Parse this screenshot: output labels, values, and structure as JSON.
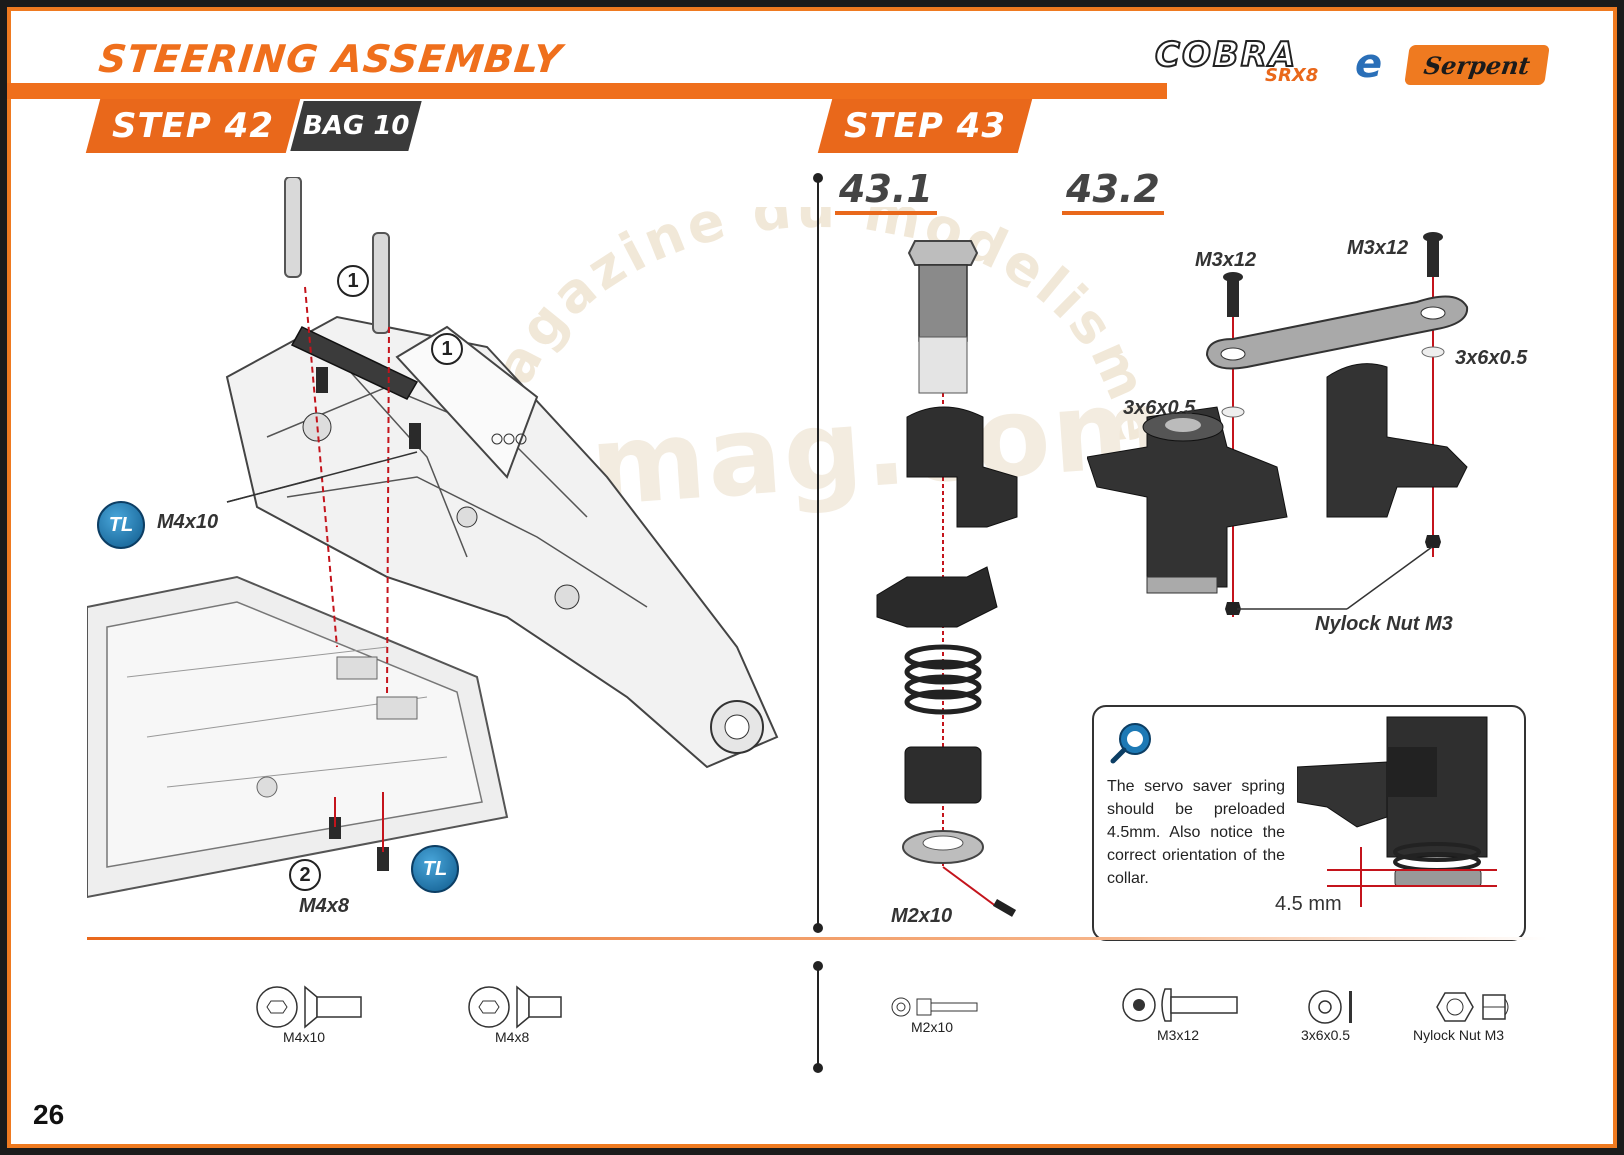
{
  "header": {
    "title": "STEERING ASSEMBLY",
    "brand_model": "COBRA",
    "brand_model_sub": "SRX8",
    "brand_model_suffix": "e",
    "brand_maker": "Serpent"
  },
  "watermark": {
    "arc_text": "magazine du modelisme",
    "main_text": "rcmag.com"
  },
  "step42": {
    "label": "STEP 42",
    "bag": "BAG 10",
    "callouts": [
      "1",
      "1",
      "2"
    ],
    "tl_badge": "TL",
    "screw_top": "M4x10",
    "screw_bottom": "M4x8"
  },
  "step43": {
    "label": "STEP 43",
    "sub1": "43.1",
    "sub2": "43.2",
    "screw_m2": "M2x10",
    "screw_m3_left": "M3x12",
    "screw_m3_right": "M3x12",
    "washer_left": "3x6x0.5",
    "washer_right": "3x6x0.5",
    "nut": "Nylock Nut M3"
  },
  "note": {
    "text": "The servo saver spring should be preloaded 4.5mm. Also notice the correct orientation of the collar.",
    "dimension": "4.5 mm"
  },
  "parts_legend": {
    "step42": [
      "M4x10",
      "M4x8"
    ],
    "step43": [
      "M2x10",
      "M3x12",
      "3x6x0.5",
      "Nylock Nut M3"
    ]
  },
  "page_number": "26",
  "colors": {
    "accent": "#e9681b",
    "dark": "#3a3a3a",
    "frame": "#1b1b1b",
    "tl_blue": "#1d79b5"
  }
}
